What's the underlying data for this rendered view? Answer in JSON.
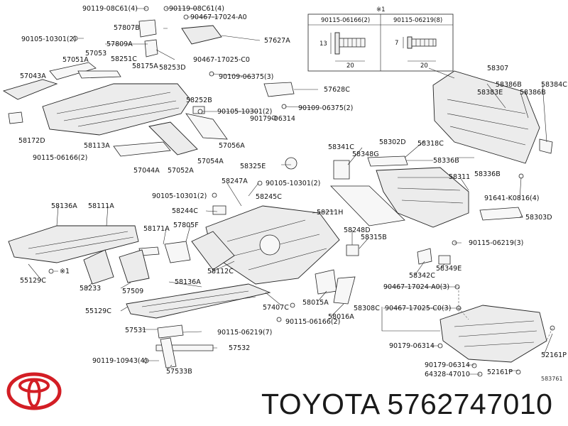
{
  "fastener_table": {
    "note": "※1",
    "col1": {
      "part": "90115-06166(2)",
      "dim_height": "13",
      "dim_length": "20"
    },
    "col2": {
      "part": "90115-06219(8)",
      "dim_height": "7",
      "dim_length": "20"
    }
  },
  "callouts": {
    "c1": "90119-08C61(4)",
    "c2": "90119-08C61(4)",
    "c3": "90467-17024-A0",
    "c4": "57807B",
    "c5": "57627A",
    "c6": "90105-10301(2)",
    "c7": "57809A",
    "c8": "90467-17025-C0",
    "c9": "57053",
    "c10": "57051A",
    "c11": "58251C",
    "c12": "57043A",
    "c13": "58175A",
    "c14": "58253D",
    "c15": "90109-06375(3)",
    "c16": "57628C",
    "c17": "58252B",
    "c18": "90105-10301(2)",
    "c19": "90109-06375(2)",
    "c20": "90179-06314",
    "c21": "58172D",
    "c22": "58113A",
    "c23": "57056A",
    "c24": "90115-06166(2)",
    "c25": "57044A",
    "c26": "57052A",
    "c27": "57054A",
    "c28": "58307",
    "c29": "58386B",
    "c30": "58383E",
    "c31": "58386B",
    "c32": "58384C",
    "c33": "58341C",
    "c34": "58302D",
    "c35": "58318C",
    "c36": "58348G",
    "c37": "58336B",
    "c38": "58325E",
    "c39": "58311",
    "c40": "58336B",
    "c41": "58247A",
    "c42": "90105-10301(2)",
    "c43": "90105-10301(2)",
    "c44": "58245C",
    "c45": "91641-K0816(4)",
    "c46": "58136A",
    "c47": "58111A",
    "c48": "58244C",
    "c49": "58211H",
    "c50": "58303D",
    "c51": "58171A",
    "c52": "57805F",
    "c53": "58248D",
    "c54": "58315B",
    "c55": "90115-06219(3)",
    "c56": "55129C",
    "c57": "※1",
    "c58": "58112C",
    "c59": "58342C",
    "c60": "58349E",
    "c61": "58233",
    "c62": "57509",
    "c63": "58136A",
    "c64": "90467-17024-A0(3)",
    "c65": "55129C",
    "c66": "57407C",
    "c67": "58015A",
    "c68": "58308C",
    "c69": "90467-17025-C0(3)",
    "c70": "58016A",
    "c71": "90115-06166(2)",
    "c72": "57531",
    "c73": "90115-06219(7)",
    "c74": "57532",
    "c75": "90179-06314",
    "c76": "90119-10943(4)",
    "c77": "57533B",
    "c78": "90179-06314",
    "c79": "64328-47010",
    "c80": "52161P",
    "c81": "52161P"
  },
  "footer": {
    "brand": "TOYOTA 5762747010",
    "ref_number": "583761"
  },
  "colors": {
    "line": "#222222",
    "logo": "#d31e25",
    "text": "#111111"
  }
}
